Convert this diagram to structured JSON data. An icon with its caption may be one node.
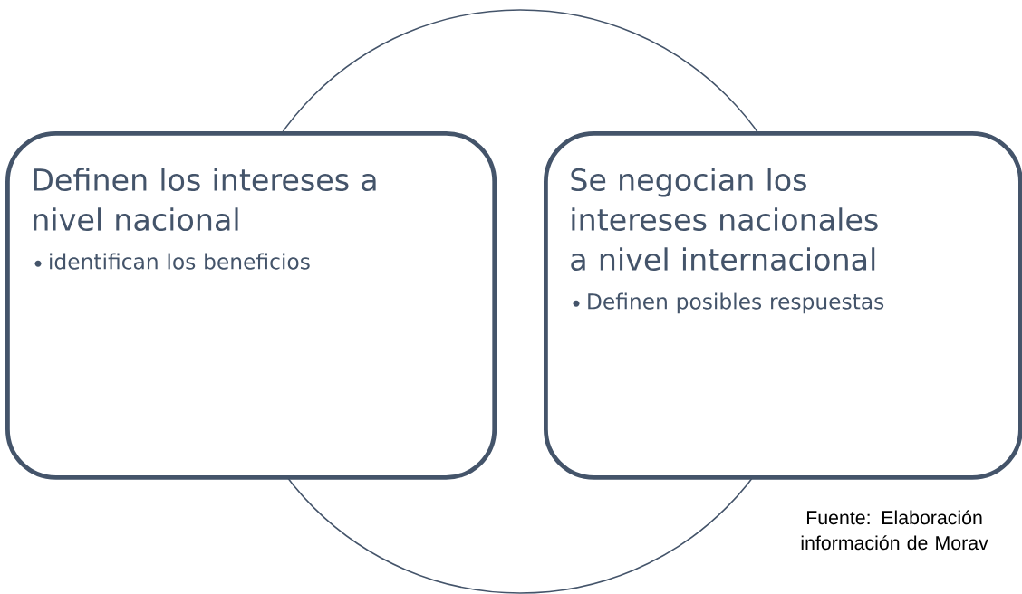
{
  "diagram": {
    "caption": "Fuente: Elaboración información de Morav",
    "nodes": [
      {
        "text": [
          "Definen los intereses a nivel nacional",
          "identifican los beneficios"
        ]
      },
      {
        "text": [
          "Se negocian los intereses nacionales a nivel internacional",
          "Definen posibles respuestas"
        ]
      }
    ]
  }
}
